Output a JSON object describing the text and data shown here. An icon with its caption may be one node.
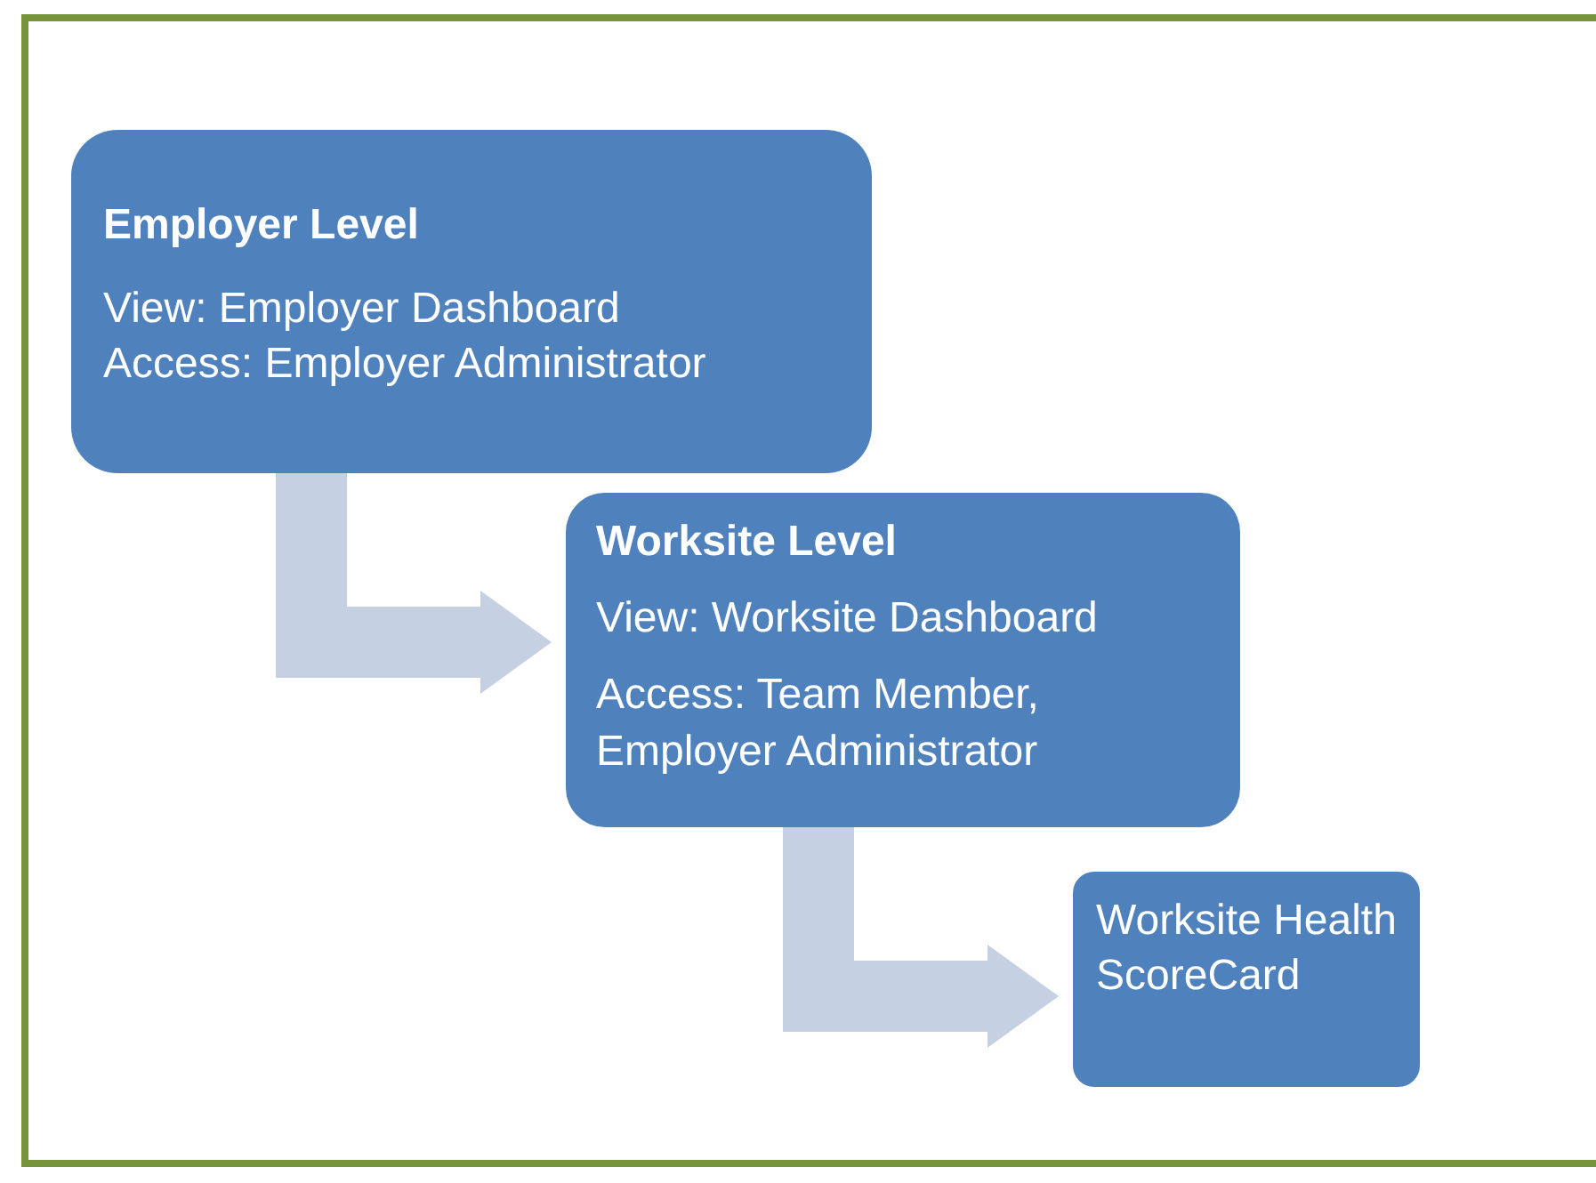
{
  "diagram": {
    "nodes": [
      {
        "text": [
          "Employer Level",
          "View: Employer Dashboard",
          "Access: Employer Administrator"
        ]
      },
      {
        "text": [
          "Worksite Level",
          "View: Worksite Dashboard",
          "Access: Team Member, Employer Administrator"
        ]
      },
      {
        "text": [
          "Worksite Health ScoreCard"
        ]
      }
    ],
    "edges": [
      {
        "from": 0,
        "to": 1,
        "arrow": "to"
      },
      {
        "from": 1,
        "to": 2,
        "arrow": "to"
      }
    ]
  }
}
